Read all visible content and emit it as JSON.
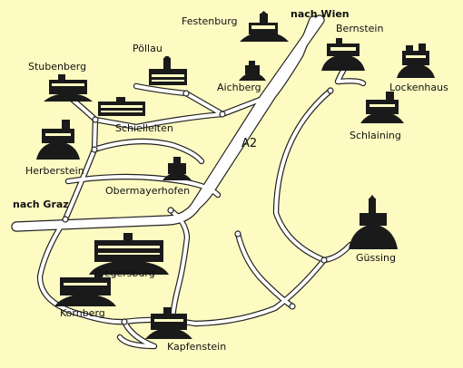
{
  "map": {
    "colors": {
      "background": "#fdfbc2",
      "road_fill": "#ffffff",
      "road_edge": "#222222",
      "castle_ink": "#1a1a1a"
    },
    "motorway_label": "A2",
    "directions": {
      "vienna": "nach Wien",
      "graz": "nach Graz"
    },
    "places": {
      "festenburg": "Festenburg",
      "bernstein": "Bernstein",
      "poellau": "Pöllau",
      "stubenberg": "Stubenberg",
      "lockenhaus": "Lockenhaus",
      "aichberg": "Aichberg",
      "schielleiten": "Schielleiten",
      "schlaining": "Schlaining",
      "herberstein": "Herberstein",
      "obermayerhofen": "Obermayerhofen",
      "guessing": "Güssing",
      "riegersburg": "Riegersburg",
      "kornberg": "Kornberg",
      "kapfenstein": "Kapfenstein"
    }
  }
}
